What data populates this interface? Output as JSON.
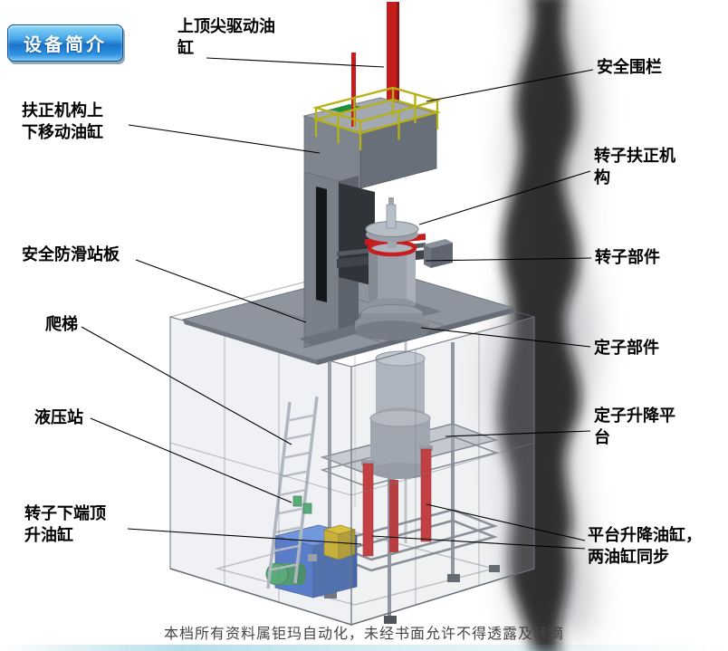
{
  "header": {
    "badge_label": "设备简介"
  },
  "labels": {
    "top_drive_cylinder": "上顶尖驱动油\n缸",
    "safety_fence": "安全围栏",
    "centering_lift_cylinder": "扶正机构上\n下移动油缸",
    "rotor_centering_mechanism": "转子扶正机\n构",
    "antislip_platform": "安全防滑站板",
    "rotor_component": "转子部件",
    "ladder": "爬梯",
    "stator_component": "定子部件",
    "hydraulic_station": "液压站",
    "stator_lift_platform": "定子升降平\n台",
    "rotor_bottom_jack_cylinder": "转子下端顶\n升油缸",
    "platform_lift_cylinders": "平台升降油缸，\n两油缸同步"
  },
  "footer": {
    "watermark": "本档所有资料属钜玛自动化，未经书面允许不得透露及转摘"
  },
  "colors": {
    "cylinder_red": "#c41d1d",
    "fence_yellow": "#b3ae16",
    "hydraulic_blue": "#2f5fc2",
    "badge_blue": "#1b74cc",
    "steel_grey": "#8e959f"
  }
}
